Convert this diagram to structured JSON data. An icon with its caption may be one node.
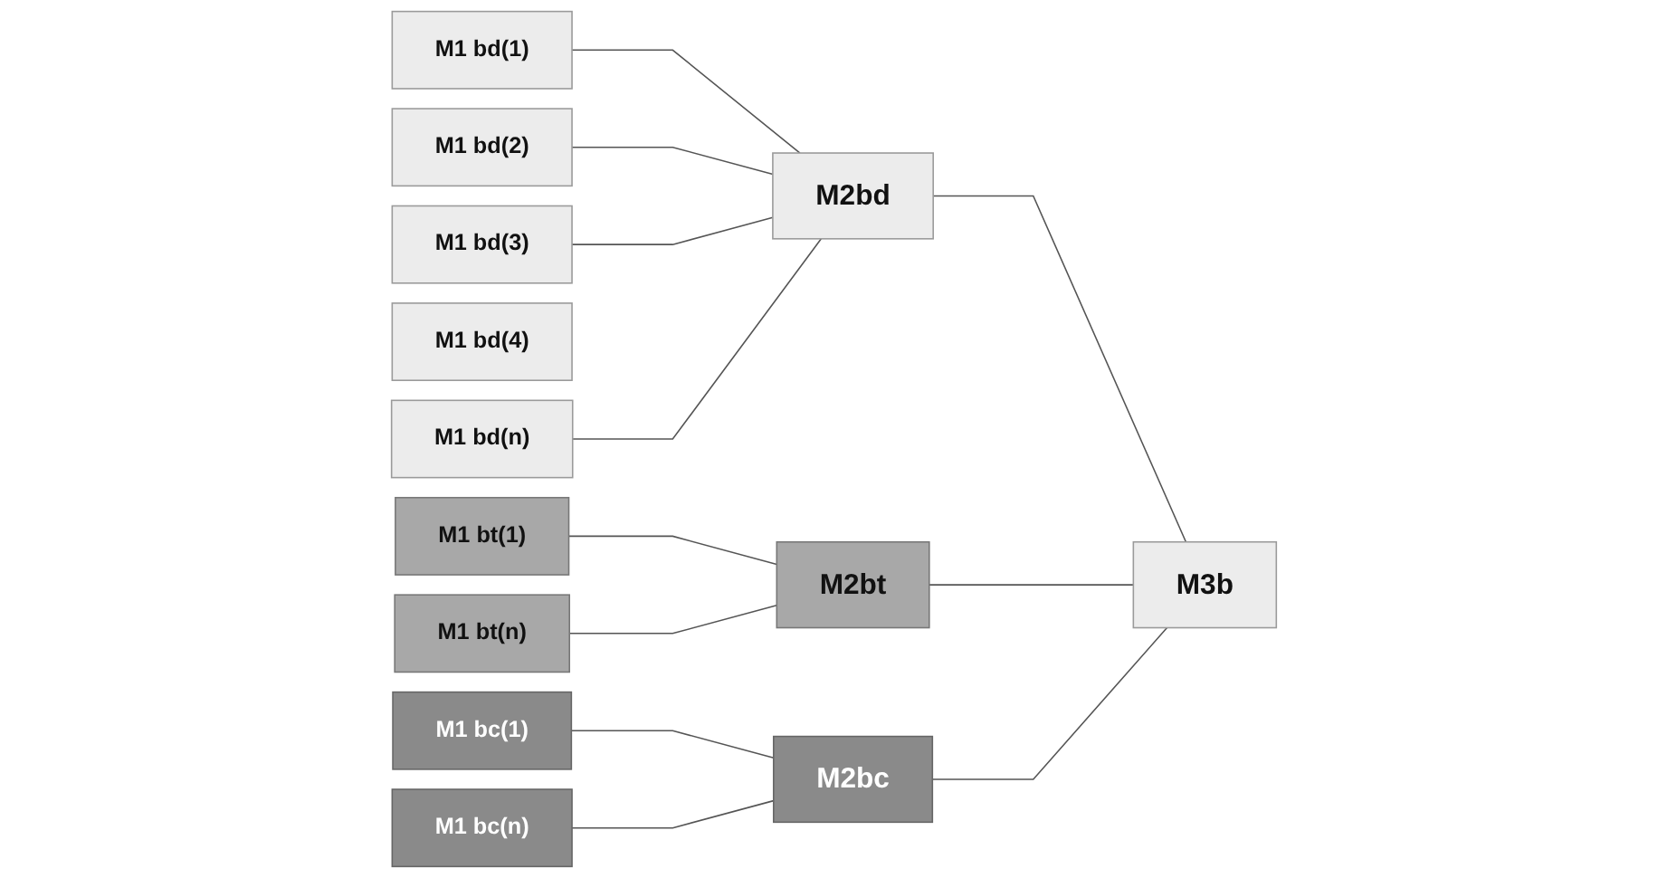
{
  "diagram": {
    "nodes": [
      {
        "text": [
          "M1 bd(1)"
        ]
      },
      {
        "text": [
          "M1 bd(2)"
        ]
      },
      {
        "text": [
          "M1 bd(3)"
        ]
      },
      {
        "text": [
          "M1 bd(4)"
        ]
      },
      {
        "text": [
          "M1 bd(n)"
        ]
      },
      {
        "text": [
          "M1 bt(1)"
        ]
      },
      {
        "text": [
          "M1 bt(n)"
        ]
      },
      {
        "text": [
          "M1 bc(1)"
        ]
      },
      {
        "text": [
          "M1 bc(n)"
        ]
      },
      {
        "text": [
          "M2bd"
        ]
      },
      {
        "text": [
          "M2bt"
        ]
      },
      {
        "text": [
          "M2bc"
        ]
      },
      {
        "text": [
          "M3b"
        ]
      }
    ],
    "edges": [
      {
        "from": 0,
        "to": 9,
        "arrow": "none"
      },
      {
        "from": 1,
        "to": 9,
        "arrow": "none"
      },
      {
        "from": 2,
        "to": 9,
        "arrow": "none"
      },
      {
        "from": 4,
        "to": 9,
        "arrow": "none"
      },
      {
        "from": 5,
        "to": 10,
        "arrow": "none"
      },
      {
        "from": 6,
        "to": 10,
        "arrow": "none"
      },
      {
        "from": 7,
        "to": 11,
        "arrow": "none"
      },
      {
        "from": 8,
        "to": 11,
        "arrow": "none"
      },
      {
        "from": 9,
        "to": 12,
        "arrow": "none"
      },
      {
        "from": 10,
        "to": 12,
        "arrow": "none"
      },
      {
        "from": 11,
        "to": 12,
        "arrow": "none"
      }
    ]
  }
}
